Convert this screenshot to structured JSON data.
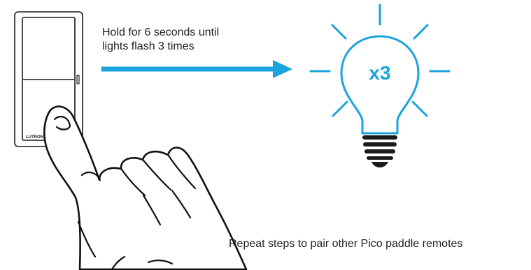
{
  "instruction": {
    "line1": "Hold for 6 seconds until",
    "line2": "lights flash 3 times"
  },
  "bulb": {
    "label": "x3",
    "color": "#1aa3dc"
  },
  "remote": {
    "brand": "LUTRON"
  },
  "footer": {
    "note": "Repeat steps to pair other Pico paddle remotes"
  },
  "icons": {
    "remote": "pico-paddle-remote-icon",
    "hand": "pressing-hand-icon",
    "arrow": "right-arrow-icon",
    "bulb": "light-bulb-icon"
  }
}
